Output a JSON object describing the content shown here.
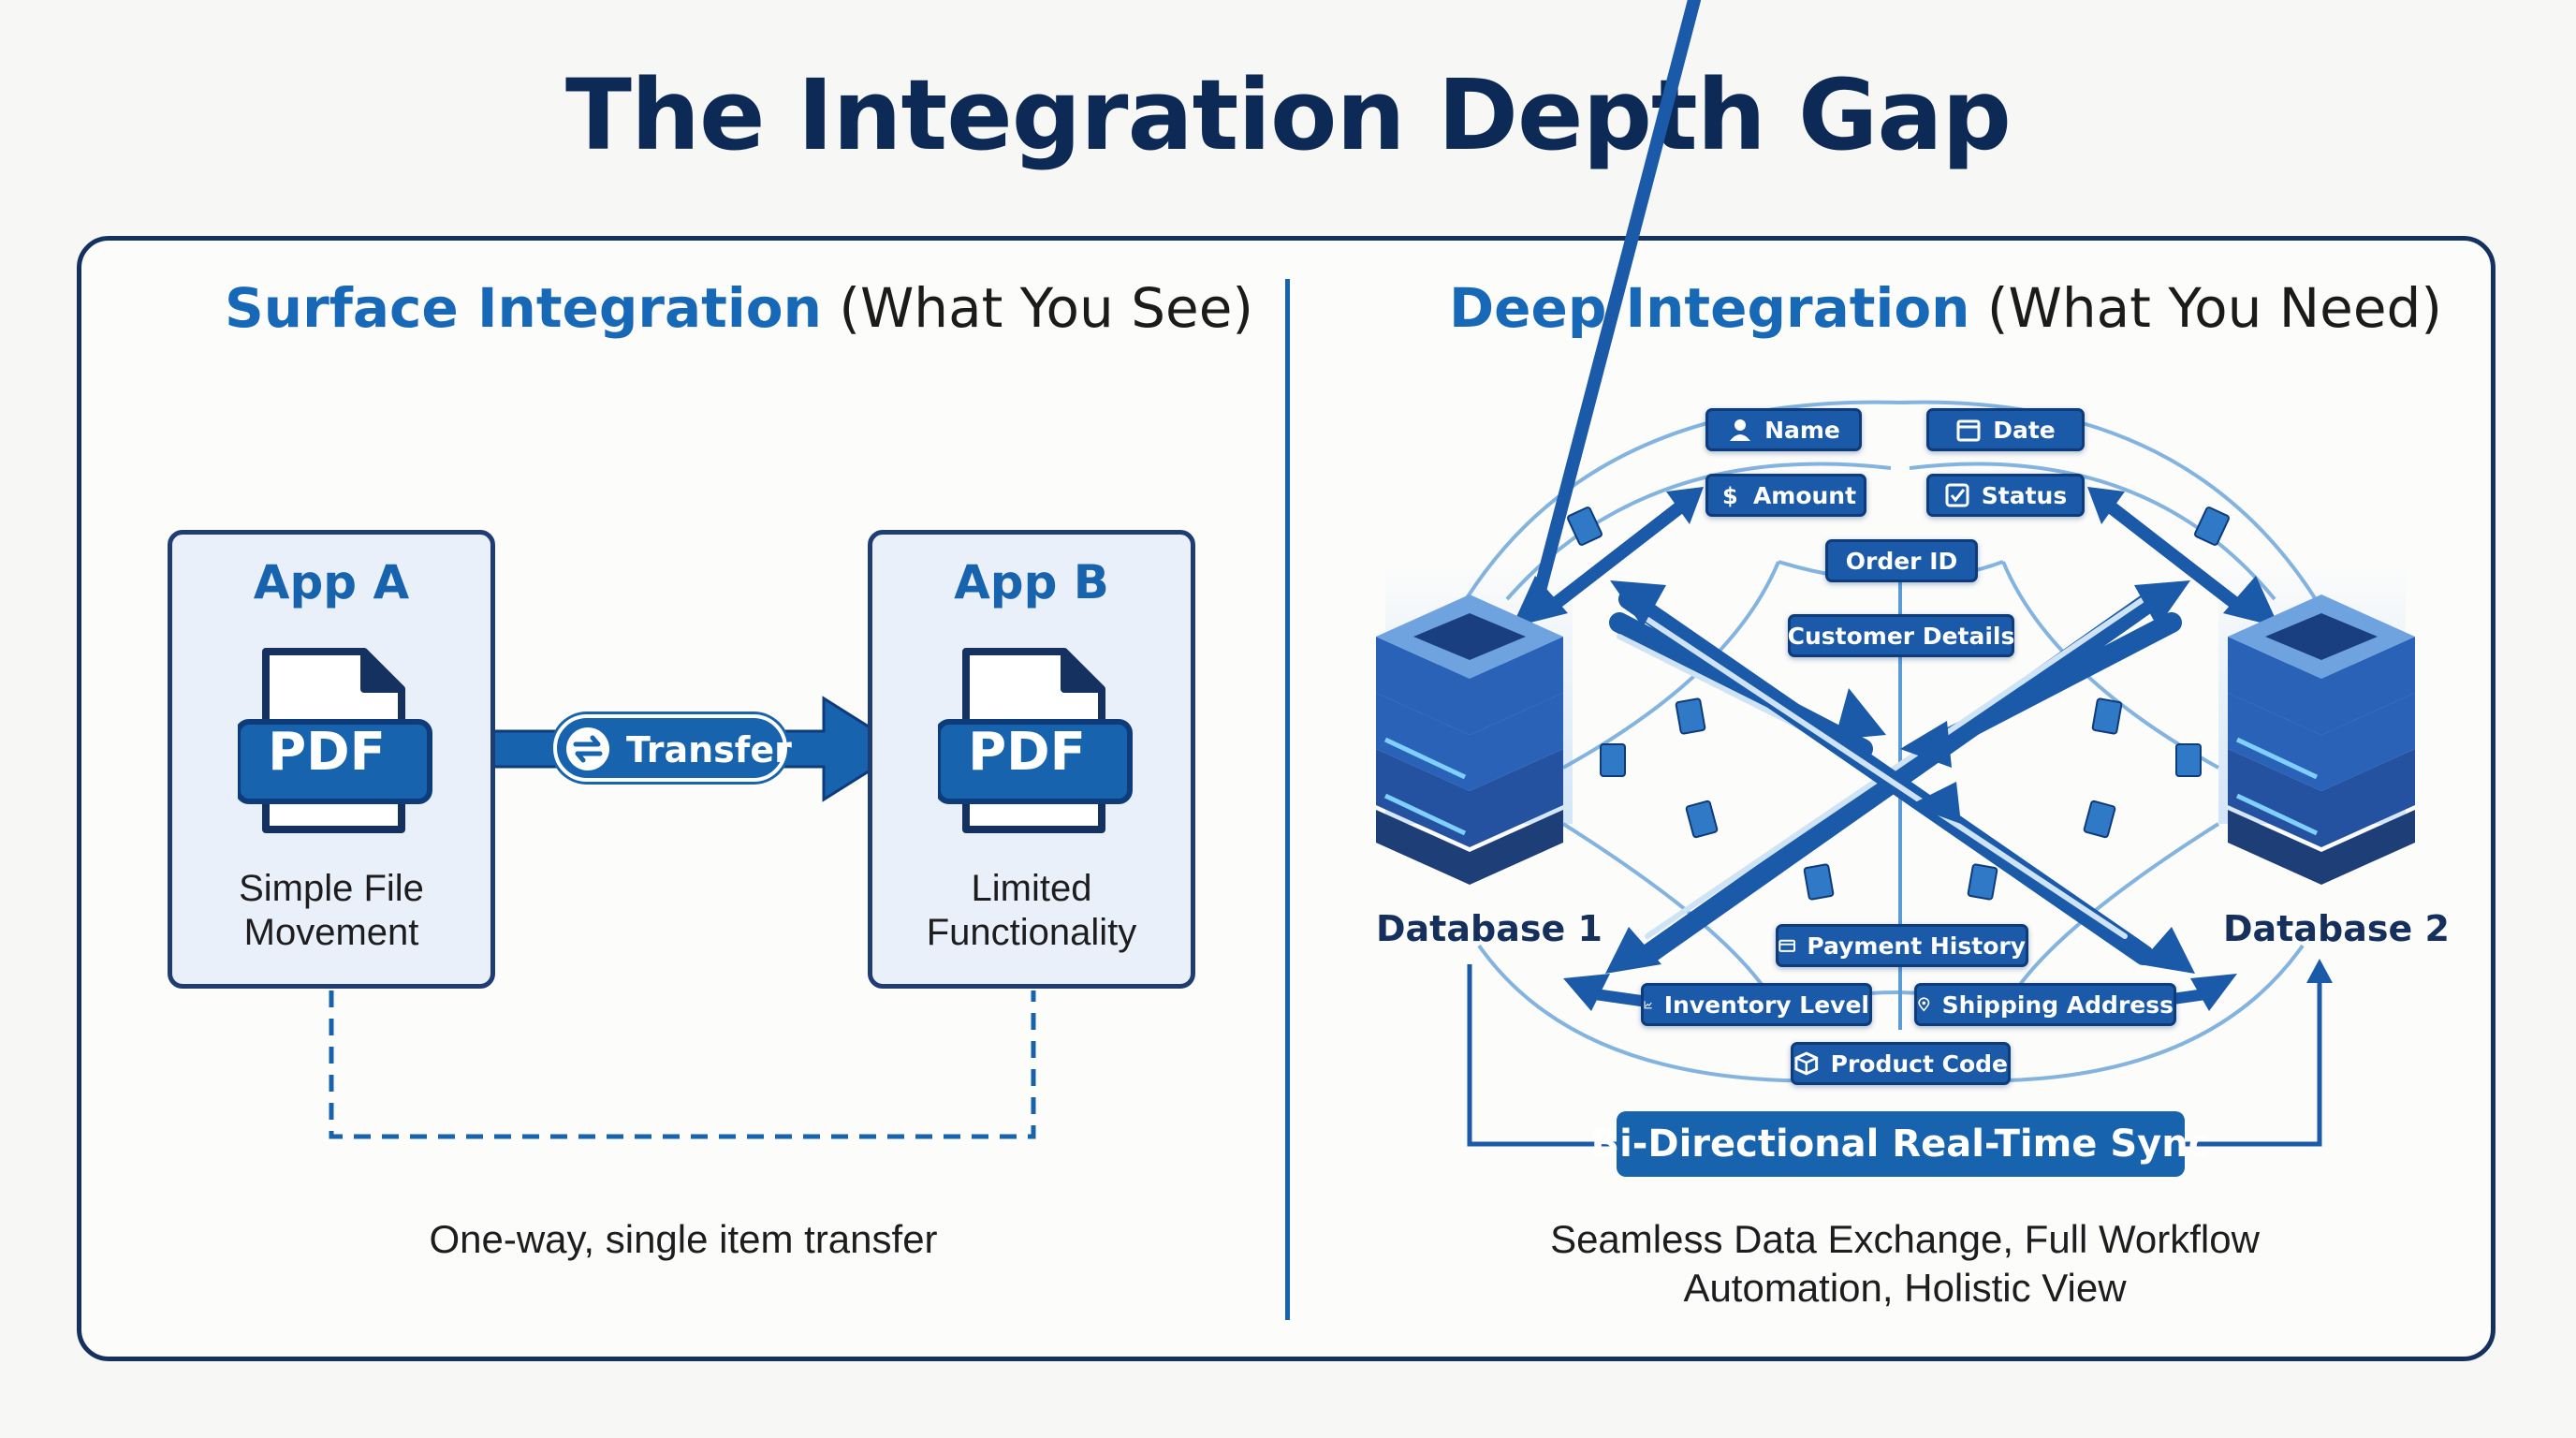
{
  "title": "The Integration Depth Gap",
  "left": {
    "heading_blue": "Surface Integration",
    "heading_dark": "(What You See)",
    "app_a": {
      "title": "App A",
      "doc_label": "PDF",
      "caption_line1": "Simple File",
      "caption_line2": "Movement"
    },
    "app_b": {
      "title": "App B",
      "doc_label": "PDF",
      "caption_line1": "Limited",
      "caption_line2": "Functionality"
    },
    "transfer_label": "Transfer",
    "caption": "One-way, single item transfer"
  },
  "right": {
    "heading_blue": "Deep Integration",
    "heading_dark": "(What You Need)",
    "fields": {
      "name": "Name",
      "date": "Date",
      "amount": "Amount",
      "status": "Status",
      "order_id": "Order ID",
      "customer_details": "Customer Details",
      "payment_history": "Payment History",
      "inventory_level": "Inventory Level",
      "shipping_address": "Shipping Address",
      "product_code": "Product Code"
    },
    "database_1": "Database 1",
    "database_2": "Database 2",
    "sync_label": "Bi-Directional Real-Time Sync",
    "caption_line1": "Seamless Data Exchange, Full Workflow",
    "caption_line2": "Automation, Holistic View"
  },
  "colors": {
    "navy": "#0d2a57",
    "accent_blue": "#1763ad",
    "field_blue": "#1a5aa8",
    "light_panel": "#eaf0fa"
  },
  "icons": [
    "transfer-icon",
    "document-icon",
    "server-stack-icon",
    "user-icon",
    "calendar-icon",
    "dollar-icon",
    "checkbox-icon",
    "card-icon",
    "chart-icon",
    "location-pin-icon",
    "box-icon"
  ]
}
